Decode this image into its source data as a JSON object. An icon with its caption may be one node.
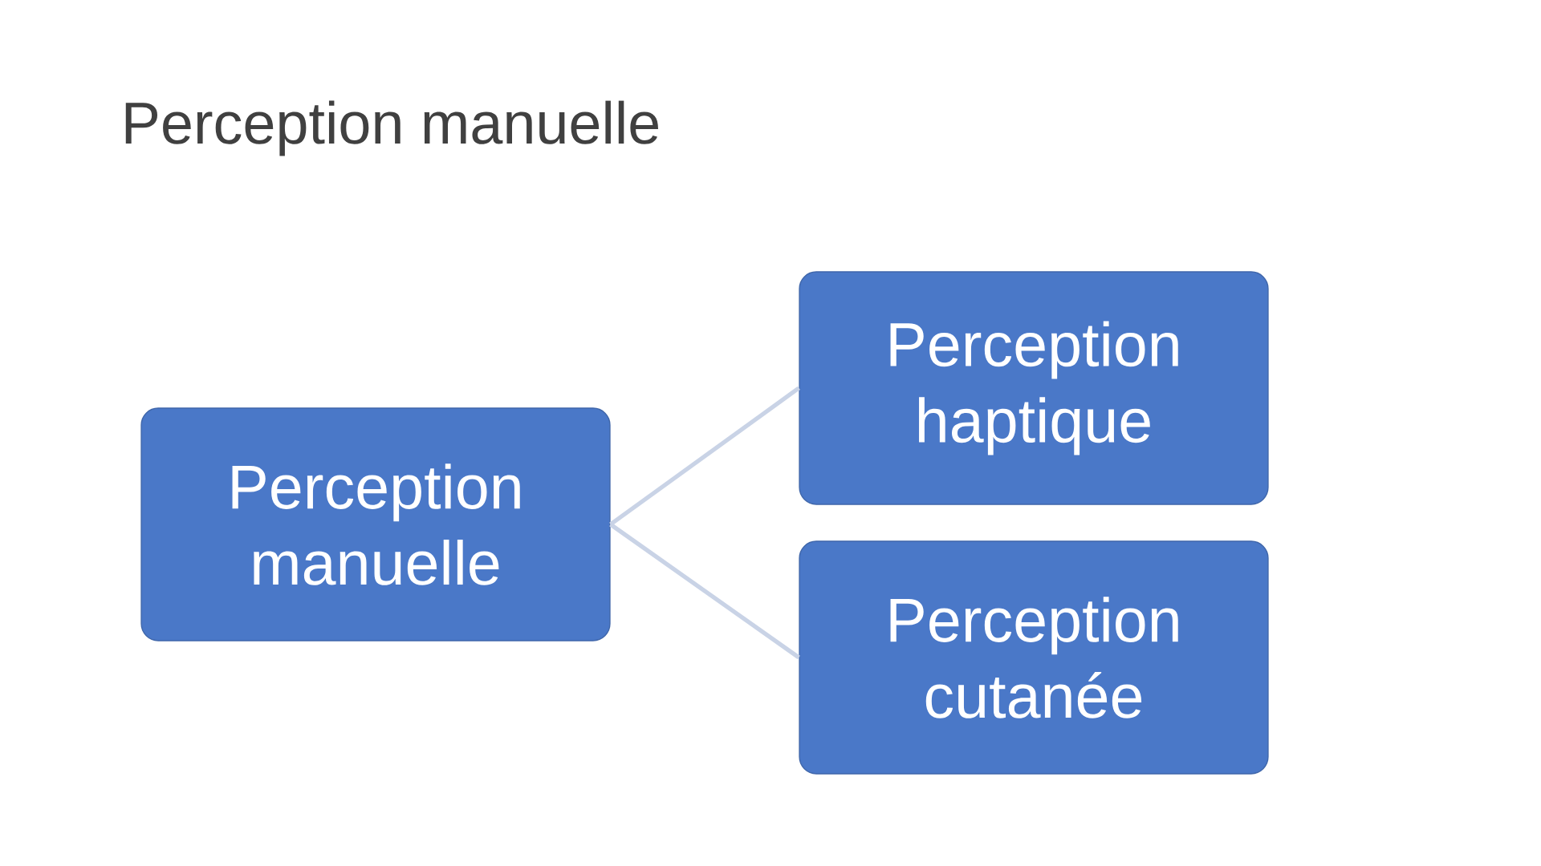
{
  "diagram": {
    "title": "Perception manuelle",
    "nodes": [
      {
        "text": [
          "Perception manuelle"
        ]
      },
      {
        "text": [
          "Perception haptique"
        ]
      },
      {
        "text": [
          "Perception cutanée"
        ]
      }
    ],
    "edges": [
      {
        "from": 0,
        "to": 1,
        "arrow": "none"
      },
      {
        "from": 0,
        "to": 2,
        "arrow": "none"
      }
    ]
  }
}
